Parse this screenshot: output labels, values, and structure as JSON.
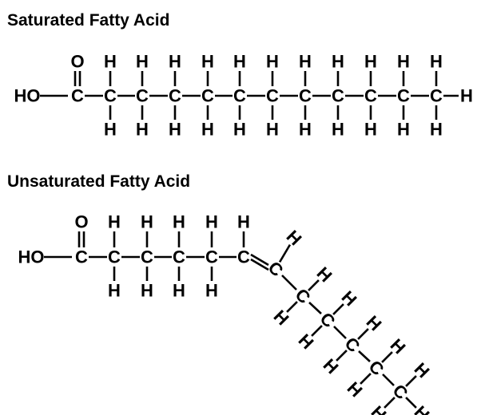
{
  "saturated": {
    "title": "Saturated Fatty Acid",
    "group_label": "HO",
    "carbonyl_oxygen": "O",
    "carbon_label": "C",
    "hydrogen_label": "H",
    "carbon_count": 12
  },
  "unsaturated": {
    "title": "Unsaturated Fatty Acid",
    "group_label": "HO",
    "carbonyl_oxygen": "O",
    "carbon_label": "C",
    "hydrogen_label": "H",
    "straight_carbon_count": 6,
    "tail_carbon_count": 6,
    "double_bond": "C=C"
  }
}
